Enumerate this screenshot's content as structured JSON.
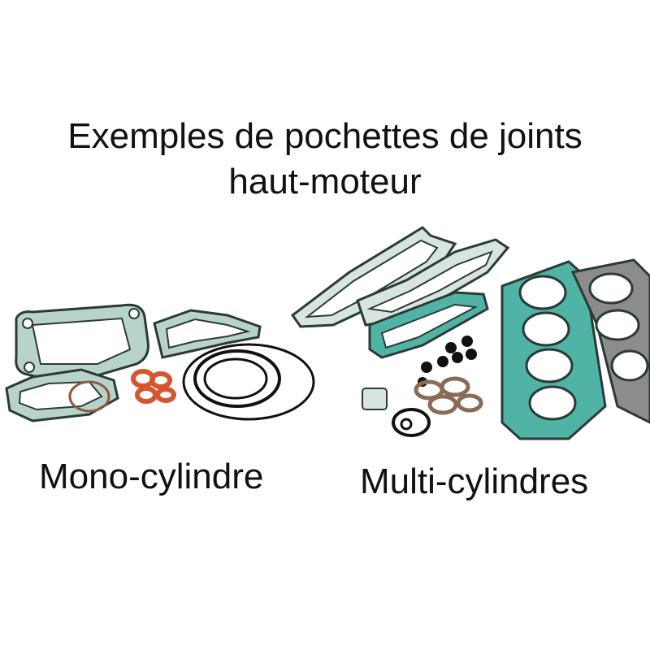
{
  "title": {
    "line1": "Exemples de pochettes de joints",
    "line2": "haut-moteur"
  },
  "labels": {
    "mono": "Mono-cylindre",
    "multi": "Multi-cylindres"
  },
  "colors": {
    "gasket_green": "#6aa894",
    "gasket_dark": "#2c3a36",
    "seal_orange": "#d6552e",
    "oring_black": "#111111",
    "metal_grey": "#8c8c8c",
    "teal_gasket": "#4fb3a6"
  },
  "illustrations": {
    "mono_kit": "mono-cylinder-gasket-kit-photo",
    "multi_kit": "multi-cylinder-gasket-kit-photo"
  }
}
